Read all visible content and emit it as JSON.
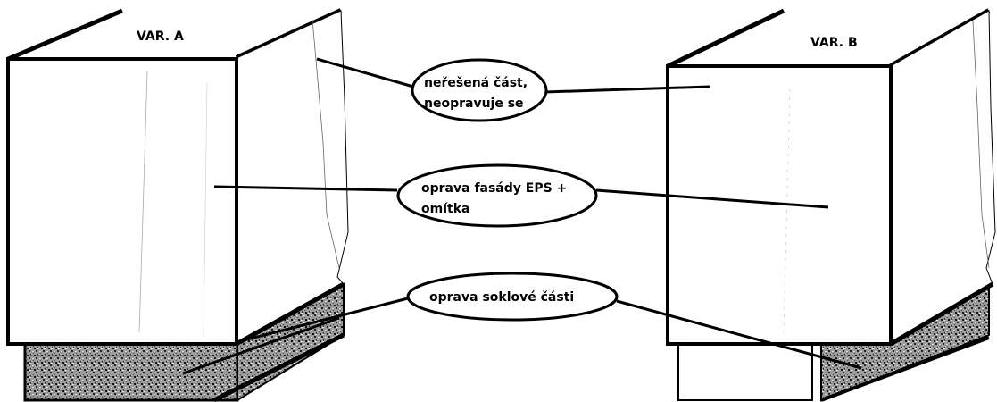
{
  "variants": [
    {
      "title": "VAR. A"
    },
    {
      "title": "VAR. B"
    }
  ],
  "callouts": [
    {
      "line1": "neřešená část,",
      "line2": "neopravuje se"
    },
    {
      "line1": "oprava fasády EPS +",
      "line2": "omítka"
    },
    {
      "line1": "oprava soklové části",
      "line2": ""
    }
  ],
  "colors": {
    "ink": "#000000",
    "paper": "#ffffff",
    "plinth": "#7a7a7a"
  }
}
